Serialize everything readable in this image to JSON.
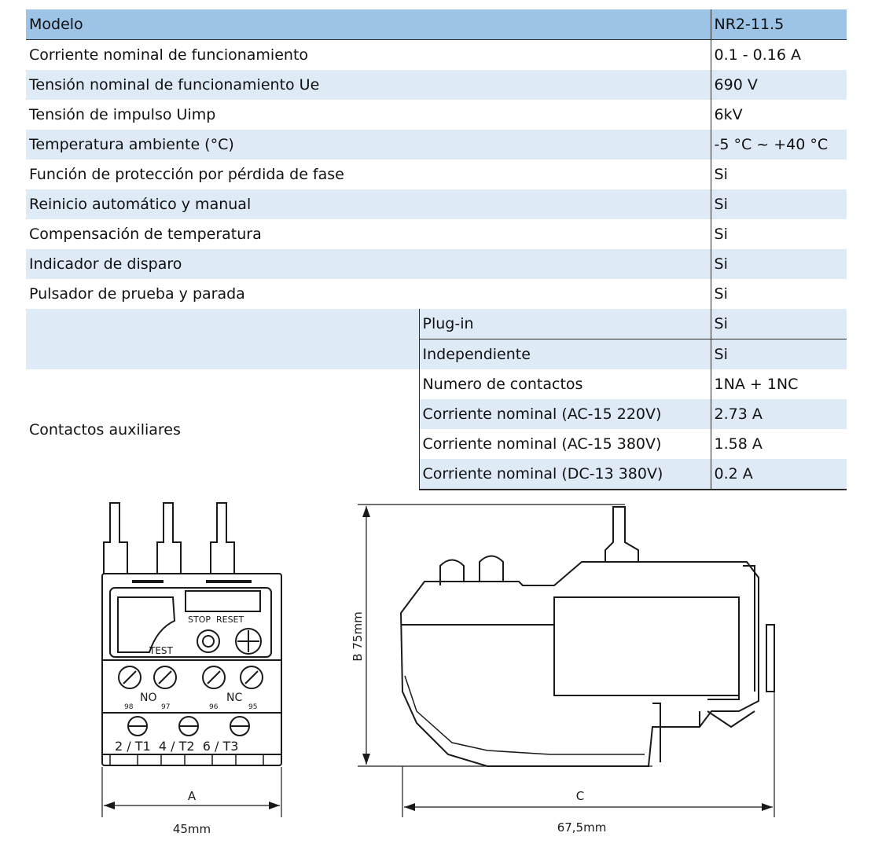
{
  "table": {
    "header": {
      "label": "Modelo",
      "value": "NR2-11.5"
    },
    "rows": [
      {
        "label": "Corriente nominal de funcionamiento",
        "value": "0.1 - 0.16 A"
      },
      {
        "label": "Tensión nominal de funcionamiento Ue",
        "value": "690 V"
      },
      {
        "label": "Tensión de impulso Uimp",
        "value": "6kV"
      },
      {
        "label": "Temperatura ambiente (°C)",
        "value": "-5 °C ~ +40 °C"
      },
      {
        "label": "Función de protección por pérdida de fase",
        "value": "Si"
      },
      {
        "label": "Reinicio automático y manual",
        "value": "Si"
      },
      {
        "label": "Compensación de temperatura",
        "value": "Si"
      },
      {
        "label": "Indicador de disparo",
        "value": "Si"
      },
      {
        "label": "Pulsador de prueba y parada",
        "value": "Si"
      }
    ],
    "aux_group_label": "Contactos auxiliares",
    "aux_rows": [
      {
        "label": "Plug-in",
        "value": "Si"
      },
      {
        "label": "Independiente",
        "value": "Si"
      },
      {
        "label": "Numero de contactos",
        "value": "1NA + 1NC"
      },
      {
        "label": "Corriente nominal (AC-15 220V)",
        "value": "2.73 A"
      },
      {
        "label": "Corriente nominal (AC-15 380V)",
        "value": "1.58 A"
      },
      {
        "label": "Corriente nominal (DC-13 380V)",
        "value": "0.2 A"
      }
    ]
  },
  "drawing": {
    "front": {
      "stop_reset": "STOP  RESET",
      "test": "TEST",
      "no": "NO",
      "nc": "NC",
      "term_numbers": [
        "98",
        "97",
        "96",
        "95"
      ],
      "term_labels": "2 / T1  4 / T2  6 / T3",
      "dim_letter": "A",
      "dim_value": "45mm"
    },
    "side": {
      "height_letter": "B",
      "height_value": "75mm",
      "depth_letter": "C",
      "depth_value": "67,5mm"
    }
  }
}
